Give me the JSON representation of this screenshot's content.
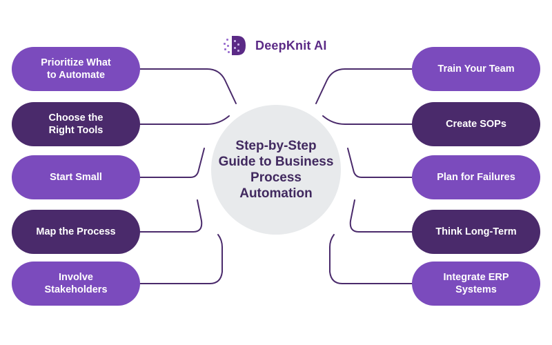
{
  "brand": {
    "name": "DeepKnit AI",
    "color": "#5b2a86"
  },
  "center": {
    "title": "Step-by-Step Guide to Business Process Automation"
  },
  "colors": {
    "pill_light": "#7b4bbd",
    "pill_dark": "#4a2a6b",
    "center_bg": "#e8eaec",
    "connector": "#4a2a6b"
  },
  "left_steps": [
    {
      "label": "Prioritize What\nto Automate",
      "shade": "light"
    },
    {
      "label": "Choose the\nRight Tools",
      "shade": "dark"
    },
    {
      "label": "Start Small",
      "shade": "light"
    },
    {
      "label": "Map the Process",
      "shade": "dark"
    },
    {
      "label": "Involve\nStakeholders",
      "shade": "light"
    }
  ],
  "right_steps": [
    {
      "label": "Train Your Team",
      "shade": "light"
    },
    {
      "label": "Create SOPs",
      "shade": "dark"
    },
    {
      "label": "Plan for Failures",
      "shade": "light"
    },
    {
      "label": "Think Long-Term",
      "shade": "dark"
    },
    {
      "label": "Integrate ERP\nSystems",
      "shade": "light"
    }
  ]
}
